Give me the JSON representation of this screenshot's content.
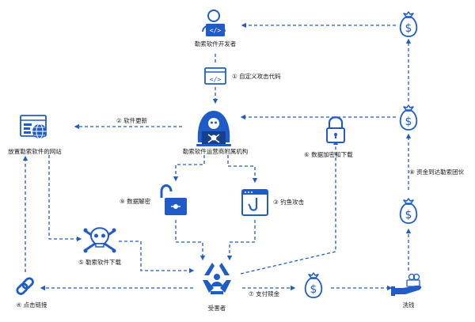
{
  "nodes": {
    "developer": {
      "label": "勒索软件开发者",
      "icon": "developer-icon"
    },
    "operator": {
      "label": "勒索软件运营商附属机构",
      "icon": "hacker-skull-icon"
    },
    "website": {
      "label": "放置勒索软件的网站",
      "icon": "website-globe-icon"
    },
    "download": {
      "label": "⑤ 勒索软件下载",
      "icon": "skull-crossbones-icon"
    },
    "victim": {
      "label": "受害者",
      "icon": "victim-recycle-icon"
    },
    "laundering": {
      "label": "洗钱",
      "icon": "hand-money-icon"
    }
  },
  "steps": {
    "custom_code": "① 自定义攻击代码",
    "update": "② 软件更新",
    "phishing": "③ 钓鱼攻击",
    "click_link": "④ 点击链接",
    "pay_ransom": "⑦ 支付赎金",
    "encrypt_download": "⑥ 数据加密和下载",
    "to_gang": "⑧ 资金到达勒索团伙",
    "decrypt": "⑨ 数据解密"
  },
  "colors": {
    "accent": "#1f5cc8",
    "text": "#1a1a1a"
  }
}
